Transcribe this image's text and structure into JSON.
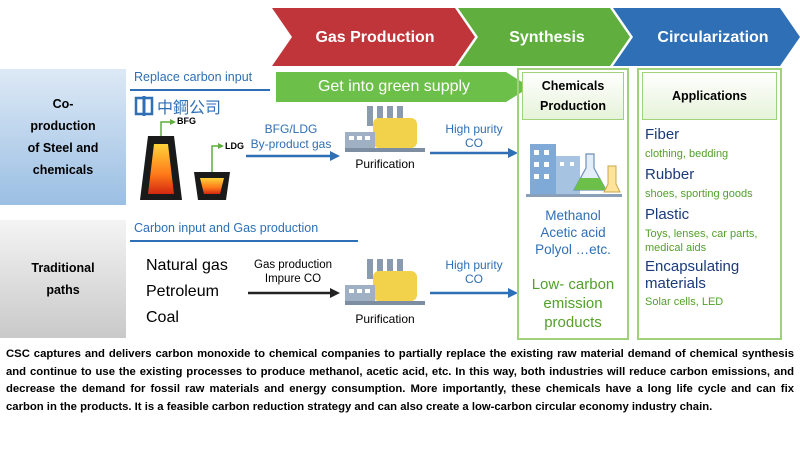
{
  "stages": {
    "gas_production": "Gas Production",
    "synthesis": "Synthesis",
    "circularization": "Circularization"
  },
  "rows": {
    "coproduction": "Co-production of Steel and chemicals",
    "traditional": "Traditional paths"
  },
  "top_section": {
    "heading": "Replace carbon input",
    "company": "中鋼公司",
    "bfg": "BFG",
    "ldg": "LDG",
    "arrow_label_1": "BFG/LDG",
    "arrow_label_2": "By-product gas",
    "purification": "Purification",
    "co_label_1": "High purity",
    "co_label_2": "CO"
  },
  "green_banner": "Get into green supply",
  "bottom_section": {
    "heading": "Carbon input and Gas production",
    "inputs": [
      "Natural gas",
      "Petroleum",
      "Coal"
    ],
    "arrow_label_1": "Gas production",
    "arrow_label_2": "Impure CO",
    "purification": "Purification",
    "co_label_1": "High purity",
    "co_label_2": "CO"
  },
  "chemicals": {
    "header_1": "Chemicals",
    "header_2": "Production",
    "products": [
      "Methanol",
      "Acetic acid",
      "Polyol …etc."
    ],
    "low_carbon": [
      "Low- carbon",
      "emission",
      "products"
    ]
  },
  "applications": {
    "header": "Applications",
    "items": [
      {
        "title": "Fiber",
        "detail": "clothing, bedding"
      },
      {
        "title": "Rubber",
        "detail": "shoes, sporting goods"
      },
      {
        "title": "Plastic",
        "detail": "Toys, lenses, car parts, medical aids"
      },
      {
        "title": "Encapsulating materials",
        "detail": "Solar cells, LED"
      }
    ]
  },
  "description": "CSC captures and delivers carbon monoxide to chemical companies to partially replace the existing raw material demand of chemical synthesis and continue to use the existing processes to produce methanol, acetic acid, etc. In this way, both industries will reduce carbon emissions, and decrease the demand for fossil raw materials and energy consumption. More importantly, these chemicals have a long life cycle and can fix carbon in the products. It is a feasible carbon reduction strategy and can also create a low-carbon circular economy industry chain.",
  "colors": {
    "red": "#c0353a",
    "green": "#5fae3e",
    "blue": "#2f6fb5",
    "banner_green": "#6cc04a",
    "box_border": "#9fd27a"
  }
}
